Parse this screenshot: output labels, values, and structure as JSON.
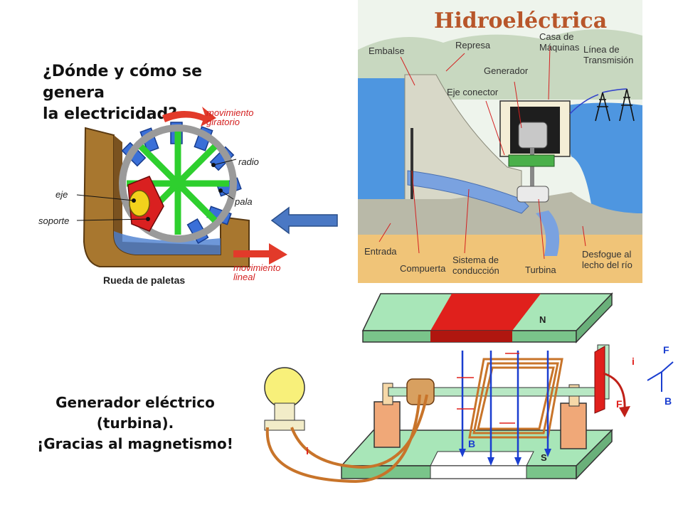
{
  "question": {
    "line1": "¿Dónde y cómo se genera",
    "line2": "la electricidad?"
  },
  "generator_caption": {
    "line1": "Generador eléctrico",
    "line2": "(turbina).",
    "line3": "¡Gracias al magnetismo!"
  },
  "waterwheel": {
    "rot_motion": [
      "movimiento",
      "giratorio"
    ],
    "radio": "radio",
    "eje": "eje",
    "pala": "pala",
    "soporte": "soporte",
    "lin_motion": [
      "movimiento",
      "lineal"
    ],
    "title": "Rueda de paletas"
  },
  "hydro": {
    "title": "Hidroeléctrica",
    "embalse": "Embalse",
    "represa": "Represa",
    "casa": [
      "Casa de",
      "Máquinas"
    ],
    "linea": [
      "Línea de",
      "Transmisión"
    ],
    "generador": "Generador",
    "eje_conector": "Eje conector",
    "entrada": "Entrada",
    "compuerta": "Compuerta",
    "sistema": [
      "Sistema de",
      "conducción"
    ],
    "turbina": "Turbina",
    "desfogue": [
      "Desfogue al",
      "lecho del río"
    ]
  },
  "generator": {
    "N": "N",
    "S": "S",
    "B1": "B",
    "i1": "i",
    "F1": "F",
    "i2": "i",
    "F2": "F",
    "B2": "B"
  },
  "colors": {
    "arrow_blue": "#4a78c4",
    "magnet_red": "#e0201c",
    "magnet_green": "#a8e6b8",
    "coil_copper": "#c8742a"
  }
}
